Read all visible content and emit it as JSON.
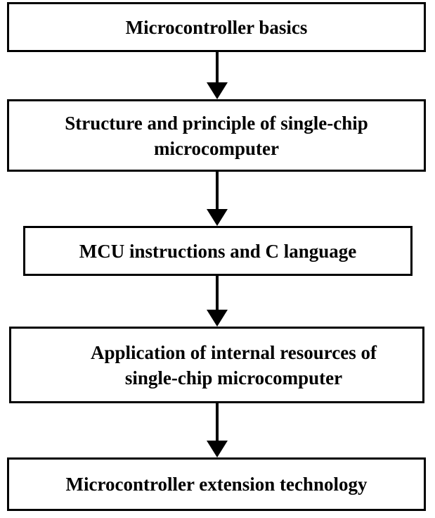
{
  "flowchart": {
    "steps": [
      {
        "label": "Microcontroller basics"
      },
      {
        "line1": "Structure and principle of single-chip",
        "line2": "microcomputer"
      },
      {
        "label": "MCU instructions and C language"
      },
      {
        "line1": "Application of internal resources of",
        "line2": "single-chip microcomputer"
      },
      {
        "label": "Microcontroller extension technology"
      }
    ]
  }
}
